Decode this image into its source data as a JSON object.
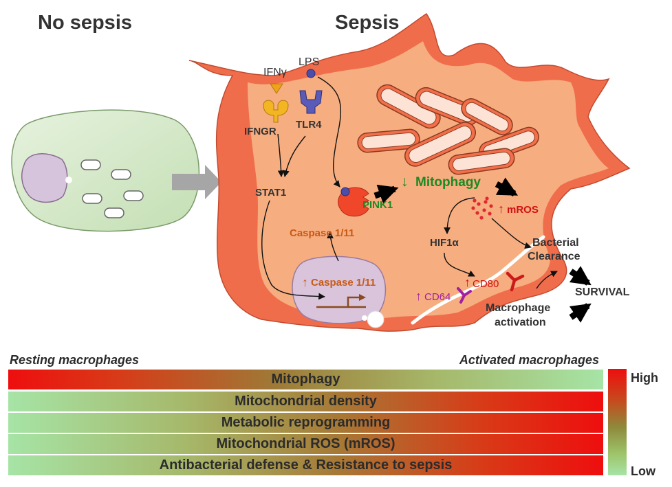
{
  "titles": {
    "left": "No sepsis",
    "right": "Sepsis"
  },
  "receptors": {
    "ifng": "IFNγ",
    "lps": "LPS",
    "ifngr": "IFNGR",
    "tlr4": "TLR4"
  },
  "pathway": {
    "stat1": "STAT1",
    "pink1": "PINK1",
    "mitophagy_arrow": "↓",
    "mitophagy": "Mitophagy",
    "mros_arrow": "↑",
    "mros": "mROS",
    "caspase_cyto": "Caspase 1/11",
    "hif1a": "HIF1α",
    "bacterial_1": "Bacterial",
    "bacterial_2": "Clearance",
    "caspase_nuc_arrow": "↑",
    "caspase_nuc": "Caspase 1/11",
    "cd64_arrow": "↑",
    "cd64": "CD64",
    "cd80_arrow": "↑",
    "cd80": "CD80",
    "activation_1": "Macrophage",
    "activation_2": "activation",
    "survival": "SURVIVAL"
  },
  "scale": {
    "resting": "Resting macrophages",
    "activated": "Activated macrophages",
    "high": "High",
    "low": "Low",
    "bars": [
      "Mitophagy",
      "Mitochondrial density",
      "Metabolic reprogramming",
      "Mitochondrial ROS (mROS)",
      "Antibacterial defense & Resistance to sepsis"
    ]
  },
  "colors": {
    "cell_outer": "#f05a3a",
    "cell_inner": "#f6ad80",
    "resting_cell": "#d2e8c6",
    "nucleus": "#d6c4dc",
    "mitophagy_green": "#1a8a22",
    "mros_red": "#d01010",
    "caspase_orange": "#c85a14",
    "cd64_purple": "#a020a0",
    "high_red": "#ee0e0e",
    "low_green": "#a6e4a6"
  }
}
